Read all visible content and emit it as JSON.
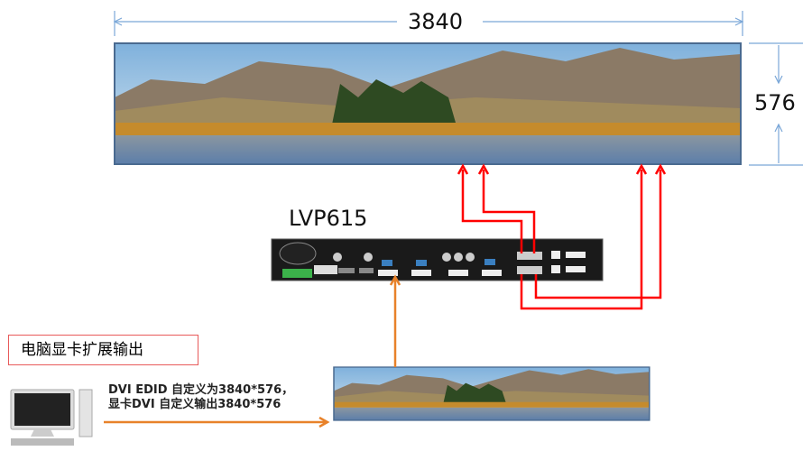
{
  "screen": {
    "width_label": "3840",
    "height_label": "576"
  },
  "device": {
    "model": "LVP615"
  },
  "source": {
    "title": "电脑显卡扩展输出",
    "desc_line1": "DVI EDID 自定义为3840*576，",
    "desc_line2": "显卡DVI 自定义输出3840*576"
  },
  "colors": {
    "signal_out": "#ff0000",
    "signal_in": "#e8822a",
    "dimension": "#7aa7d8"
  }
}
